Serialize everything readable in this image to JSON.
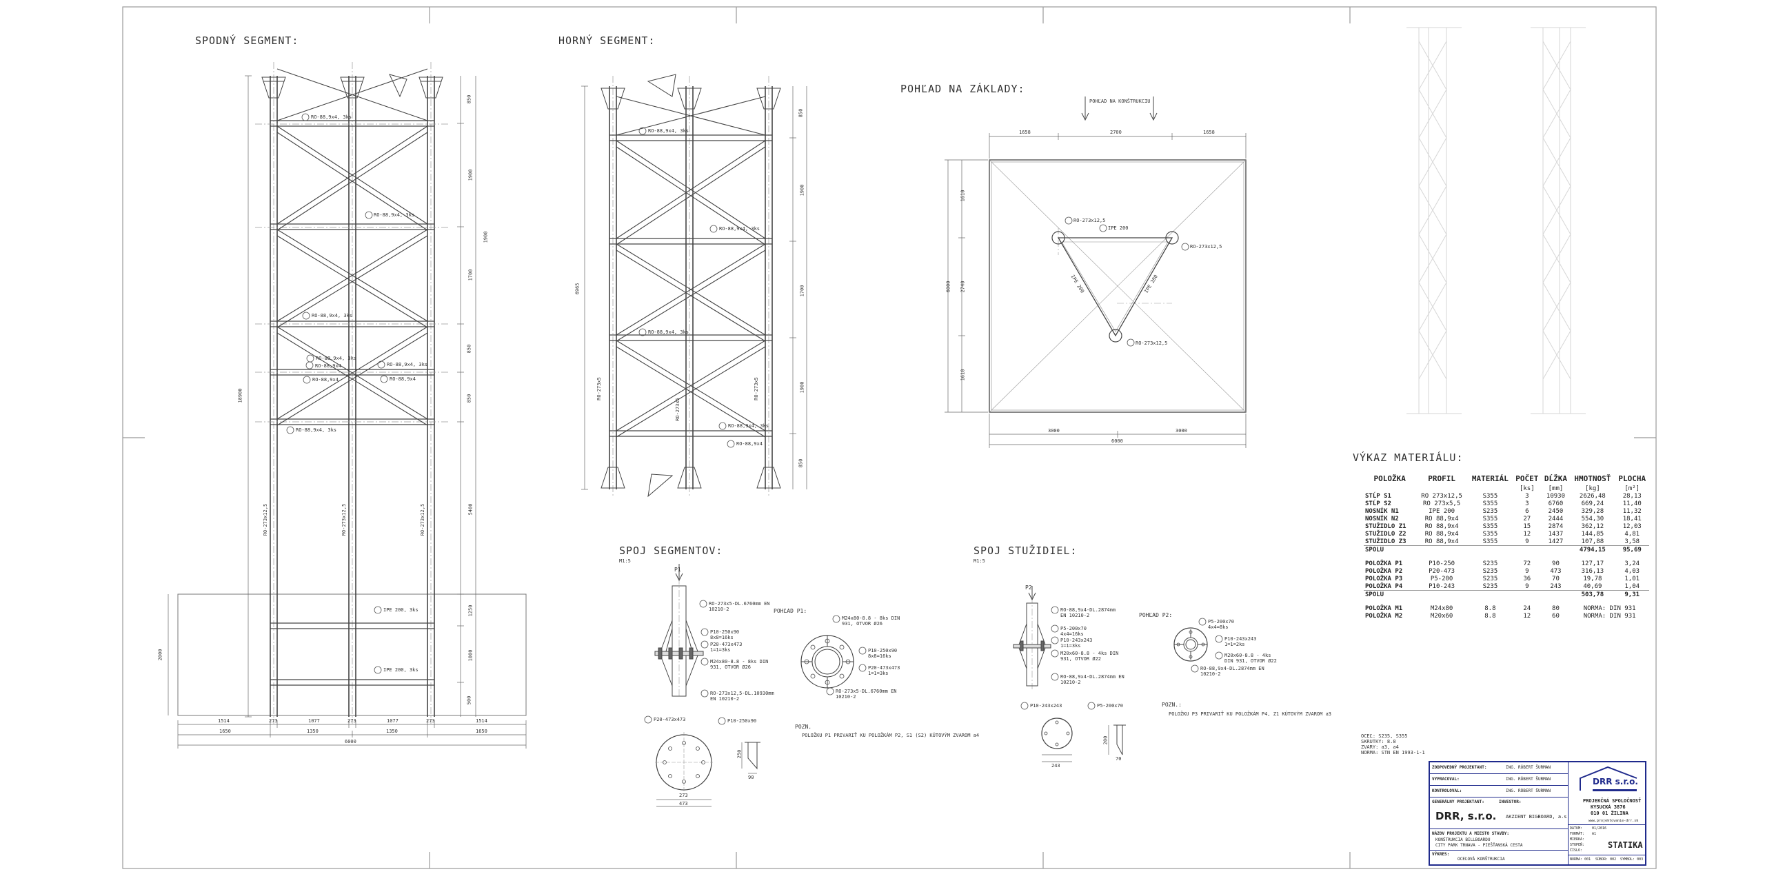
{
  "sections": {
    "lower": "SPODNÝ SEGMENT:",
    "upper": "HORNÝ SEGMENT:",
    "base": "POHĽAD NA ZÁKLADY:",
    "seg_joint": "SPOJ SEGMENTOV:",
    "brace_joint": "SPOJ STUŽIDIEL:",
    "materials": "VÝKAZ MATERIÁLU:"
  },
  "scales": {
    "seg_joint": "M1:5",
    "brace_joint": "M1:5"
  },
  "base_view": {
    "arrow_note": "POHĽAD NA KONŠTRUKCIU",
    "dims_top": [
      "1658",
      "2700",
      "1658"
    ],
    "dims_bottom": [
      "3000",
      "3000"
    ],
    "dim_total": "6000",
    "dims_left": [
      "1610",
      "2740",
      "1610"
    ],
    "dim_left_total": "6000",
    "labels": [
      "RO-273x12,5",
      "IPE 200",
      "RO-273x12,5",
      "RO-273x12,5",
      "IPE 200",
      "IPE 200"
    ]
  },
  "lower_segment": {
    "dims_bottom_1": [
      "1514",
      "273",
      "1077",
      "273",
      "1077",
      "273",
      "1514"
    ],
    "dims_bottom_2": [
      "1650",
      "1350",
      "1350",
      "1650"
    ],
    "dim_total": "6000",
    "dim_height": "18900",
    "dim_base": "2000",
    "dims_right": [
      "850",
      "1900",
      "1700",
      "850",
      "850",
      "1900",
      "5400",
      "1250",
      "1000",
      "500"
    ],
    "member_labels": [
      "RO-88,9x4, 3ks",
      "RO-88,9x4, 3ks",
      "RO-88,9x4, 3ks",
      "RO-88,9x4, 3ks",
      "RO-88,9x4",
      "RO-88,9x4, 3ks",
      "RO-88,9x4",
      "RO-88,9x4",
      "RO-88,9x4, 3ks",
      "IPE 200, 3ks",
      "IPE 200, 3ks"
    ],
    "leg_labels": [
      "RO-273x12,5",
      "RO-273x12,5",
      "RO-273x12,5"
    ]
  },
  "upper_segment": {
    "dim_height": "6965",
    "dims_right": [
      "850",
      "1900",
      "1700",
      "1900",
      "850"
    ],
    "member_labels": [
      "RO-88,9x4, 3ks",
      "RO-88,9x4, 3ks",
      "RO-88,9x4, 3ks",
      "RO-88,9x4, 3ks",
      "RO-88,9x4"
    ],
    "leg_labels": [
      "RO-273x5",
      "RO-273x5",
      "RO-273x5"
    ]
  },
  "seg_joint": {
    "mark": "P1",
    "view": "POHĽAD P1:",
    "labels": [
      "RO-273x5-DL.6760mm EN 10210-2",
      "P10-250x90 8x8=16ks",
      "P20-473x473 1=1=3ks",
      "M24x80-8.8 - 8ks DIN 931, OTVOR Ø26",
      "RO-273x12,5-DL.10930mm EN 10210-2",
      "P20-473x473",
      "P10-250x90",
      "M24x80-8.8 - 8ks DIN 931, OTVOR Ø26",
      "P10-250x90 8x8=16ks",
      "P20-473x473 1=1=3ks",
      "RO-273x5-DL.6760mm EN 10210-2"
    ],
    "note_title": "POZN.",
    "note": "POLOŽKU P1 PRIVARIŤ KU POLOŽKÁM P2, S1 (S2) KÚTOVÝM ZVAROM a4",
    "dims": [
      "473",
      "273",
      "250",
      "90"
    ]
  },
  "brace_joint": {
    "mark": "P2",
    "view": "POHĽAD P2:",
    "labels": [
      "RO-88,9x4-DL.2874mm EN 10210-2",
      "P5-200x70 4x4=16ks",
      "P10-243x243 1=1=3ks",
      "M20x60-8.8 - 4ks DIN 931, OTVOR Ø22",
      "RO-88,9x4-DL.2874mm EN 10210-2",
      "P5-200x70 4x4=8ks",
      "P10-243x243 1=1=2ks",
      "M20x60-8.8 - 4ks DIN 931, OTVOR Ø22",
      "RO-88,9x4-DL.2874mm EN 10210-2",
      "P10-243x243",
      "P5-200x70"
    ],
    "note_title": "POZN.:",
    "note": "POLOŽKU P3 PRIVARIŤ KU POLOŽKÁM P4, Z1 KÚTOVÝM ZVAROM a3",
    "dims": [
      "243",
      "70",
      "200"
    ]
  },
  "materials": {
    "headers": [
      "POLOŽKA",
      "PROFIL",
      "MATERIÁL",
      "POČET",
      "DĹŽKA",
      "HMOTNOSŤ",
      "PLOCHA"
    ],
    "units": [
      "",
      "",
      "",
      "[ks]",
      "[mm]",
      "[kg]",
      "[m²]"
    ],
    "rows": [
      [
        "STĹP S1",
        "RO 273x12,5",
        "S355",
        "3",
        "10930",
        "2626,48",
        "28,13"
      ],
      [
        "STĹP S2",
        "RO 273x5,5",
        "S355",
        "3",
        "6760",
        "669,24",
        "11,40"
      ],
      [
        "NOSNÍK N1",
        "IPE 200",
        "S235",
        "6",
        "2450",
        "329,28",
        "11,32"
      ],
      [
        "NOSNÍK N2",
        "RO 88,9x4",
        "S355",
        "27",
        "2444",
        "554,30",
        "18,41"
      ],
      [
        "STUŽIDLO Z1",
        "RO 88,9x4",
        "S355",
        "15",
        "2874",
        "362,12",
        "12,03"
      ],
      [
        "STUŽIDLO Z2",
        "RO 88,9x4",
        "S355",
        "12",
        "1437",
        "144,85",
        "4,81"
      ],
      [
        "STUŽIDLO Z3",
        "RO 88,9x4",
        "S355",
        "9",
        "1427",
        "107,88",
        "3,58"
      ],
      [
        "SPOLU",
        "",
        "",
        "",
        "",
        "4794,15",
        "95,69"
      ],
      [
        "",
        "",
        "",
        "",
        "",
        "",
        ""
      ],
      [
        "POLOŽKA P1",
        "P10-250",
        "S235",
        "72",
        "90",
        "127,17",
        "3,24"
      ],
      [
        "POLOŽKA P2",
        "P20-473",
        "S235",
        "9",
        "473",
        "316,13",
        "4,03"
      ],
      [
        "POLOŽKA P3",
        "P5-200",
        "S235",
        "36",
        "70",
        "19,78",
        "1,01"
      ],
      [
        "POLOŽKA P4",
        "P10-243",
        "S235",
        "9",
        "243",
        "40,69",
        "1,04"
      ],
      [
        "SPOLU",
        "",
        "",
        "",
        "",
        "503,78",
        "9,31"
      ],
      [
        "",
        "",
        "",
        "",
        "",
        "",
        ""
      ],
      [
        "POLOŽKA M1",
        "M24x80",
        "8.8",
        "24",
        "80",
        "NORMA: DIN 931",
        ""
      ],
      [
        "POLOŽKA M2",
        "M20x60",
        "8.8",
        "12",
        "60",
        "NORMA: DIN 931",
        ""
      ]
    ]
  },
  "notes_small": [
    "OCEĽ: S235, S355",
    "SKRUTKY: 8.8",
    "ZVARY: a3, a4",
    "NORMA: STN EN 1993-1-1"
  ],
  "title_block": {
    "rows": [
      [
        "ZODPOVEDNÝ PROJEKTANT:",
        "ING. RÓBERT ŠURMAN"
      ],
      [
        "VYPRACOVAL:",
        "ING. RÓBERT ŠURMAN"
      ],
      [
        "KONTROLOVAL:",
        "ING. RÓBERT ŠURMAN"
      ]
    ],
    "gen_label": "GENERÁLNY PROJEKTANT:",
    "investor_label": "INVESTOR:",
    "company": "DRR, s.r.o.",
    "investor": "AKZIENT BIGBOARD, a.s.",
    "project_label": "NÁZOV PROJEKTU A MIESTO STAVBY:",
    "project": "KONŠTRUKCIA BILLBOARDU",
    "place": "CITY PARK TRNAVA - PIEŠŤANSKÁ CESTA",
    "drawing_label": "VÝKRES:",
    "drawing": "OCEĽOVÁ KONŠTRUKCIA",
    "logo": "DRR s.r.o.",
    "firm_1": "PROJEKČNÁ SPOLOČNOSŤ",
    "firm_2": "KYSUCKÁ 3876",
    "firm_3": "010 01 ŽILINA",
    "web": "www.projektovanie-drr.sk",
    "meta_labels": [
      "DÁTUM:",
      "FORMÁT:",
      "MIERKA:",
      "STUPEŇ:",
      "ČÍSLO:"
    ],
    "meta_values": [
      "01/2016",
      "A1",
      "",
      "",
      ""
    ],
    "stage": "STATIKA",
    "foot": [
      "NORMA: 001",
      "SÚBOR: 002",
      "SYMBOL: 003"
    ]
  }
}
